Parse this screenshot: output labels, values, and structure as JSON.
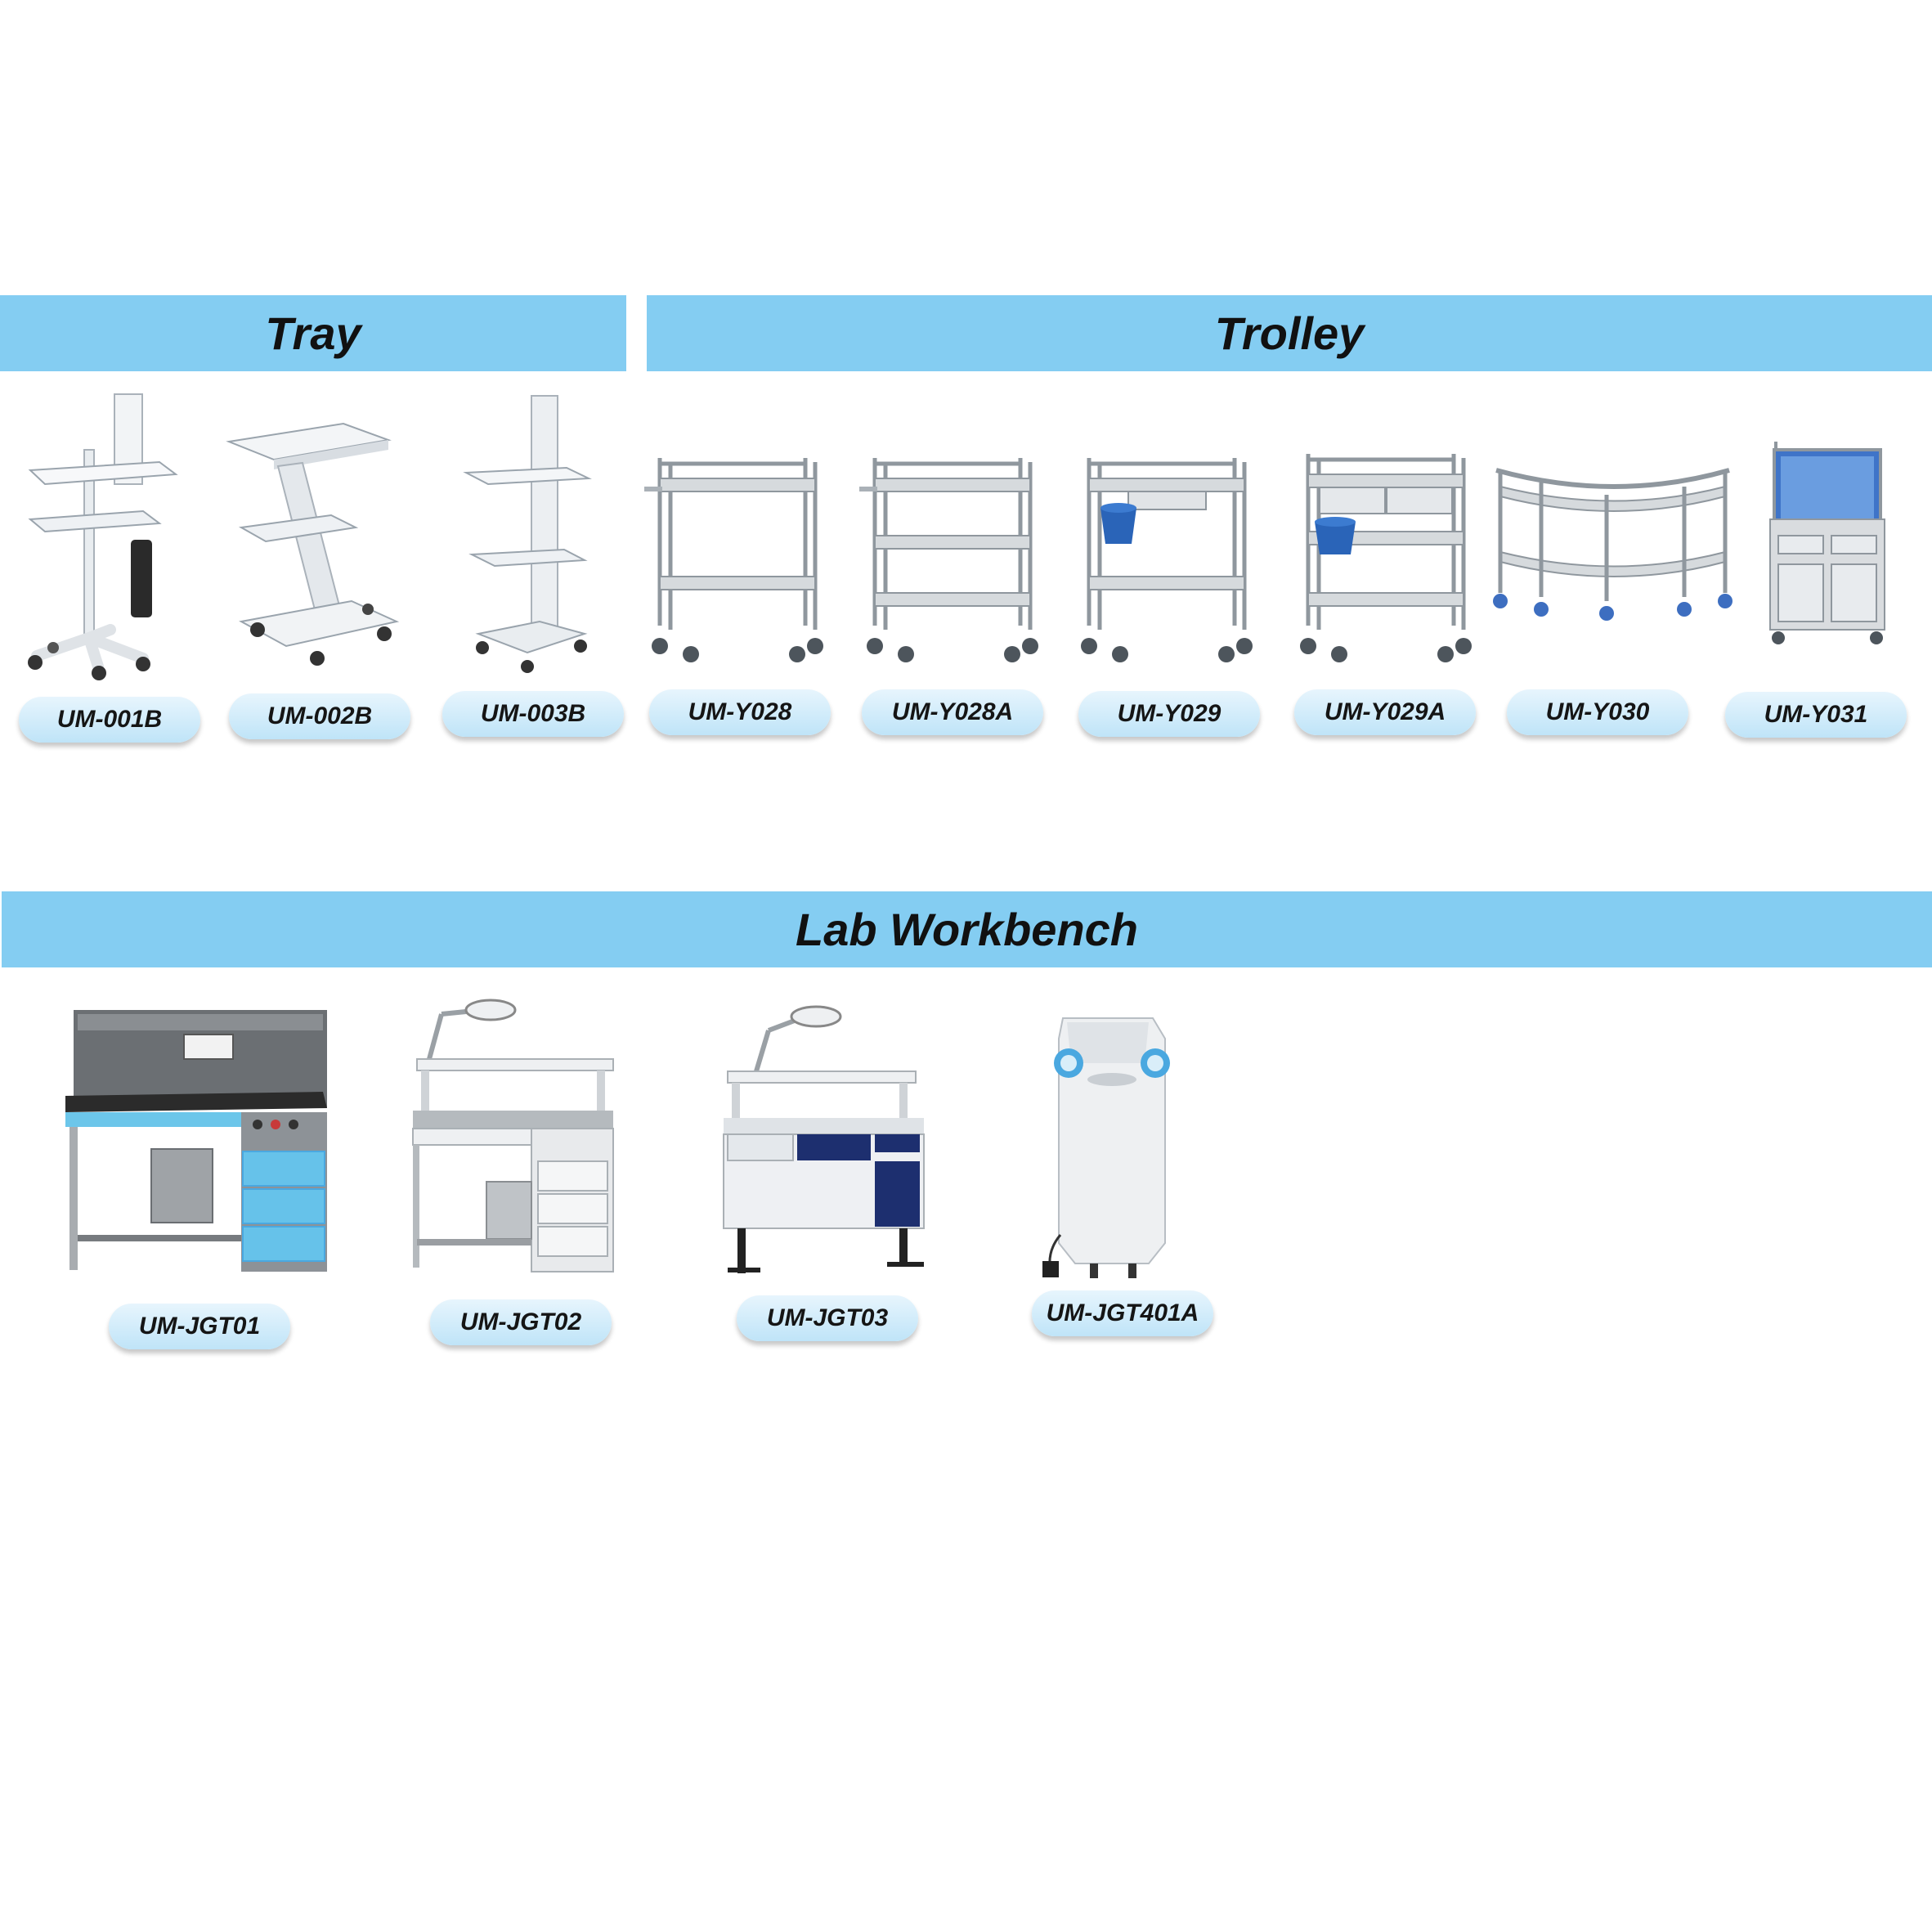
{
  "sections": [
    {
      "title": "Tray"
    },
    {
      "title": "Trolley"
    },
    {
      "title": "Lab Workbench"
    }
  ],
  "products": [
    {
      "model": "UM-001B",
      "icon": "tray-cart-icon"
    },
    {
      "model": "UM-002B",
      "icon": "tray-cart-icon"
    },
    {
      "model": "UM-003B",
      "icon": "tray-cart-icon"
    },
    {
      "model": "UM-Y028",
      "icon": "steel-trolley-icon"
    },
    {
      "model": "UM-Y028A",
      "icon": "steel-trolley-icon"
    },
    {
      "model": "UM-Y029",
      "icon": "steel-trolley-icon"
    },
    {
      "model": "UM-Y029A",
      "icon": "steel-trolley-icon"
    },
    {
      "model": "UM-Y030",
      "icon": "curved-trolley-icon"
    },
    {
      "model": "UM-Y031",
      "icon": "cabinet-trolley-icon"
    },
    {
      "model": "UM-JGT01",
      "icon": "lab-workbench-icon"
    },
    {
      "model": "UM-JGT02",
      "icon": "lab-workbench-icon"
    },
    {
      "model": "UM-JGT03",
      "icon": "lab-workbench-icon"
    },
    {
      "model": "UM-JGT401A",
      "icon": "dust-collector-icon"
    }
  ],
  "colors": {
    "banner": "#84cdf2",
    "pill": "#cfeafa",
    "accent_blue": "#4aa8e0",
    "navy": "#1d2f6f"
  }
}
